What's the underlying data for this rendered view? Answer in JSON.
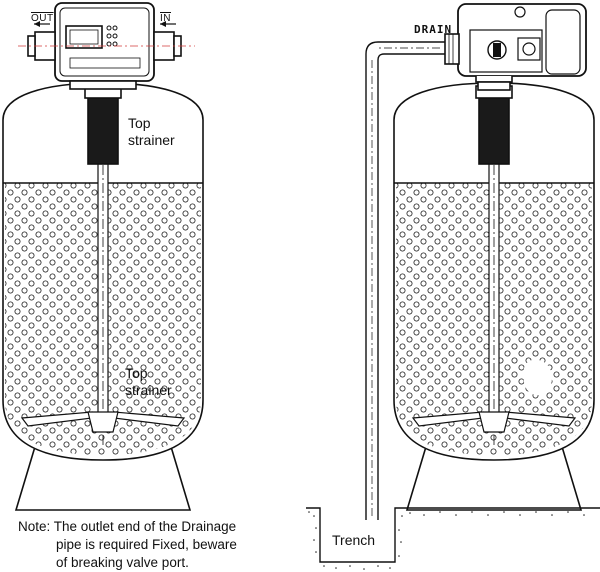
{
  "labels": {
    "out_port": "OUT",
    "in_port": "IN",
    "top_strainer_upper_1": "Top",
    "top_strainer_upper_2": "strainer",
    "top_strainer_lower_1": "Top",
    "top_strainer_lower_2": "strainer",
    "drain": "DRAIN",
    "trench": "Trench"
  },
  "note": {
    "line1": "Note: The outlet end of the Drainage",
    "line2": "pipe is required  Fixed, beware",
    "line3": "of breaking valve port."
  },
  "colors": {
    "line": "#111111",
    "center_mark": "#d23b3b",
    "background": "#ffffff"
  }
}
